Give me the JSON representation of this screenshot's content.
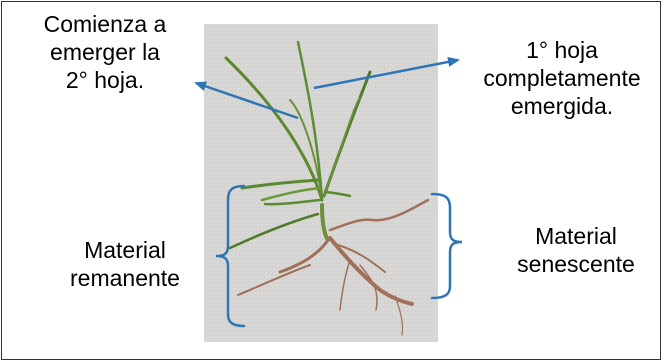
{
  "labels": {
    "emerging_second_leaf": [
      "Comienza a",
      "emerger la",
      "2° hoja."
    ],
    "first_leaf": [
      "1° hoja",
      "completamente",
      "emergida."
    ],
    "remnant_material": [
      "Material",
      "remanente"
    ],
    "senescent_material": [
      "Material",
      "senescente"
    ]
  },
  "colors": {
    "arrow": "#2e75b6",
    "bracket": "#2e75b6",
    "frame_border": "#333333",
    "photo_background": "#d9d8d6",
    "leaf_green": "#4f7a2a",
    "dead_material": "#a0705a"
  },
  "image": {
    "subject": "grass seedling photo"
  }
}
